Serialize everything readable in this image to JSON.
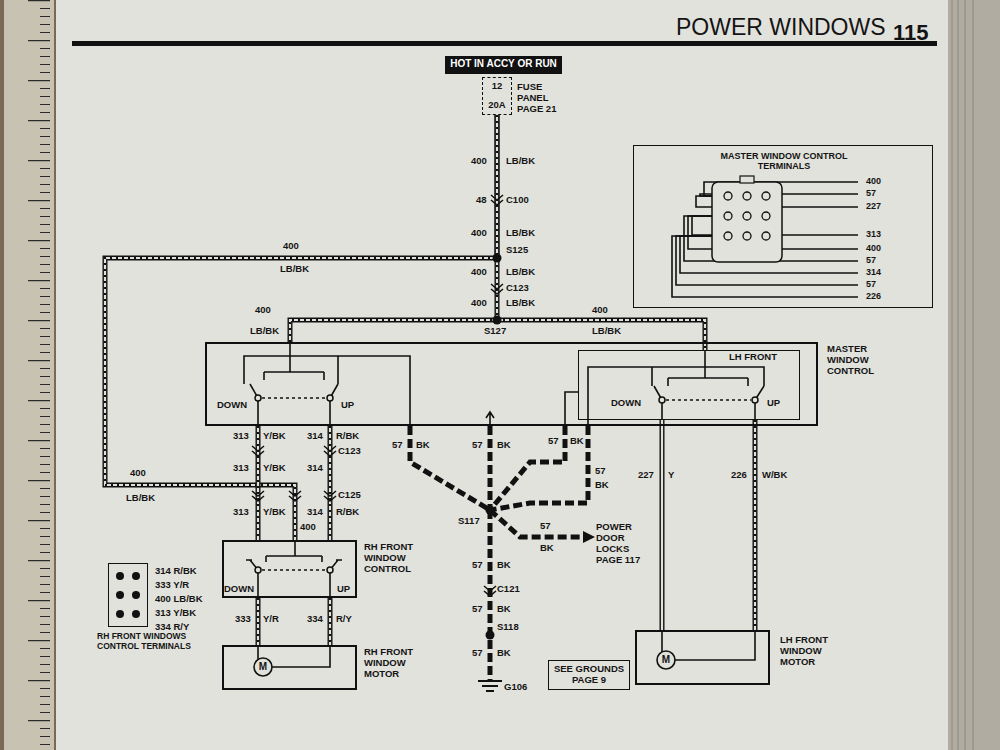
{
  "diagram": {
    "title": "POWER WINDOWS",
    "nodes": [
      {
        "text": [
          "HOT IN ACCY OR RUN"
        ]
      },
      {
        "text": [
          "12",
          "20A",
          "FUSE PANEL PAGE 21"
        ]
      },
      {
        "text": [
          "MASTER WINDOW CONTROL TERMINALS"
        ]
      },
      {
        "text": [
          "MASTER WINDOW CONTROL",
          "DOWN",
          "UP"
        ]
      },
      {
        "text": [
          "LH FRONT",
          "DOWN",
          "UP"
        ],
        "in": 3
      },
      {
        "text": [
          "RH FRONT WINDOW CONTROL",
          "DOWN",
          "UP"
        ]
      },
      {
        "text": [
          "RH FRONT WINDOWS CONTROL TERMINALS"
        ]
      },
      {
        "text": [
          "RH FRONT WINDOW MOTOR",
          "M"
        ]
      },
      {
        "text": [
          "SEE GROUNDS PAGE 9"
        ]
      },
      {
        "text": [
          "LH FRONT WINDOW MOTOR",
          "M"
        ]
      }
    ],
    "edges": [
      {
        "from": 1,
        "to": 3,
        "arrow": "none"
      },
      {
        "from": 1,
        "to": 5,
        "arrow": "none"
      },
      {
        "from": 3,
        "to": 5,
        "arrow": "none"
      },
      {
        "from": 3,
        "to": 5,
        "arrow": "none"
      },
      {
        "from": 5,
        "to": 7,
        "arrow": "none"
      },
      {
        "from": 5,
        "to": 7,
        "arrow": "none"
      },
      {
        "from": 4,
        "to": 9,
        "arrow": "none"
      },
      {
        "from": 4,
        "to": 9,
        "arrow": "none"
      }
    ],
    "labels": [
      "115",
      "400",
      "LB/BK",
      "48",
      "C100",
      "400",
      "LB/BK",
      "S125",
      "400",
      "LB/BK",
      "400",
      "LB/BK",
      "C123",
      "400",
      "LB/BK",
      "S127",
      "400",
      "LB/BK",
      "400",
      "LB/BK",
      "313",
      "Y/BK",
      "314",
      "R/BK",
      "C123",
      "313",
      "Y/BK",
      "314",
      "400",
      "LB/BK",
      "C125",
      "313",
      "Y/BK",
      "400",
      "314",
      "R/BK",
      "57",
      "BK",
      "57",
      "BK",
      "57",
      "BK",
      "57",
      "BK",
      "S117",
      "57",
      "BK",
      "POWER DOOR LOCKS PAGE 117",
      "57",
      "BK",
      "C121",
      "57",
      "BK",
      "S118",
      "57",
      "BK",
      "G106",
      "333",
      "Y/R",
      "334",
      "R/Y",
      "227",
      "Y",
      "226",
      "W/BK",
      "314 R/BK",
      "333 Y/R",
      "400 LB/BK",
      "313 Y/BK",
      "334 R/Y",
      "400",
      "57",
      "227",
      "313",
      "400",
      "57",
      "314",
      "57",
      "226"
    ]
  }
}
